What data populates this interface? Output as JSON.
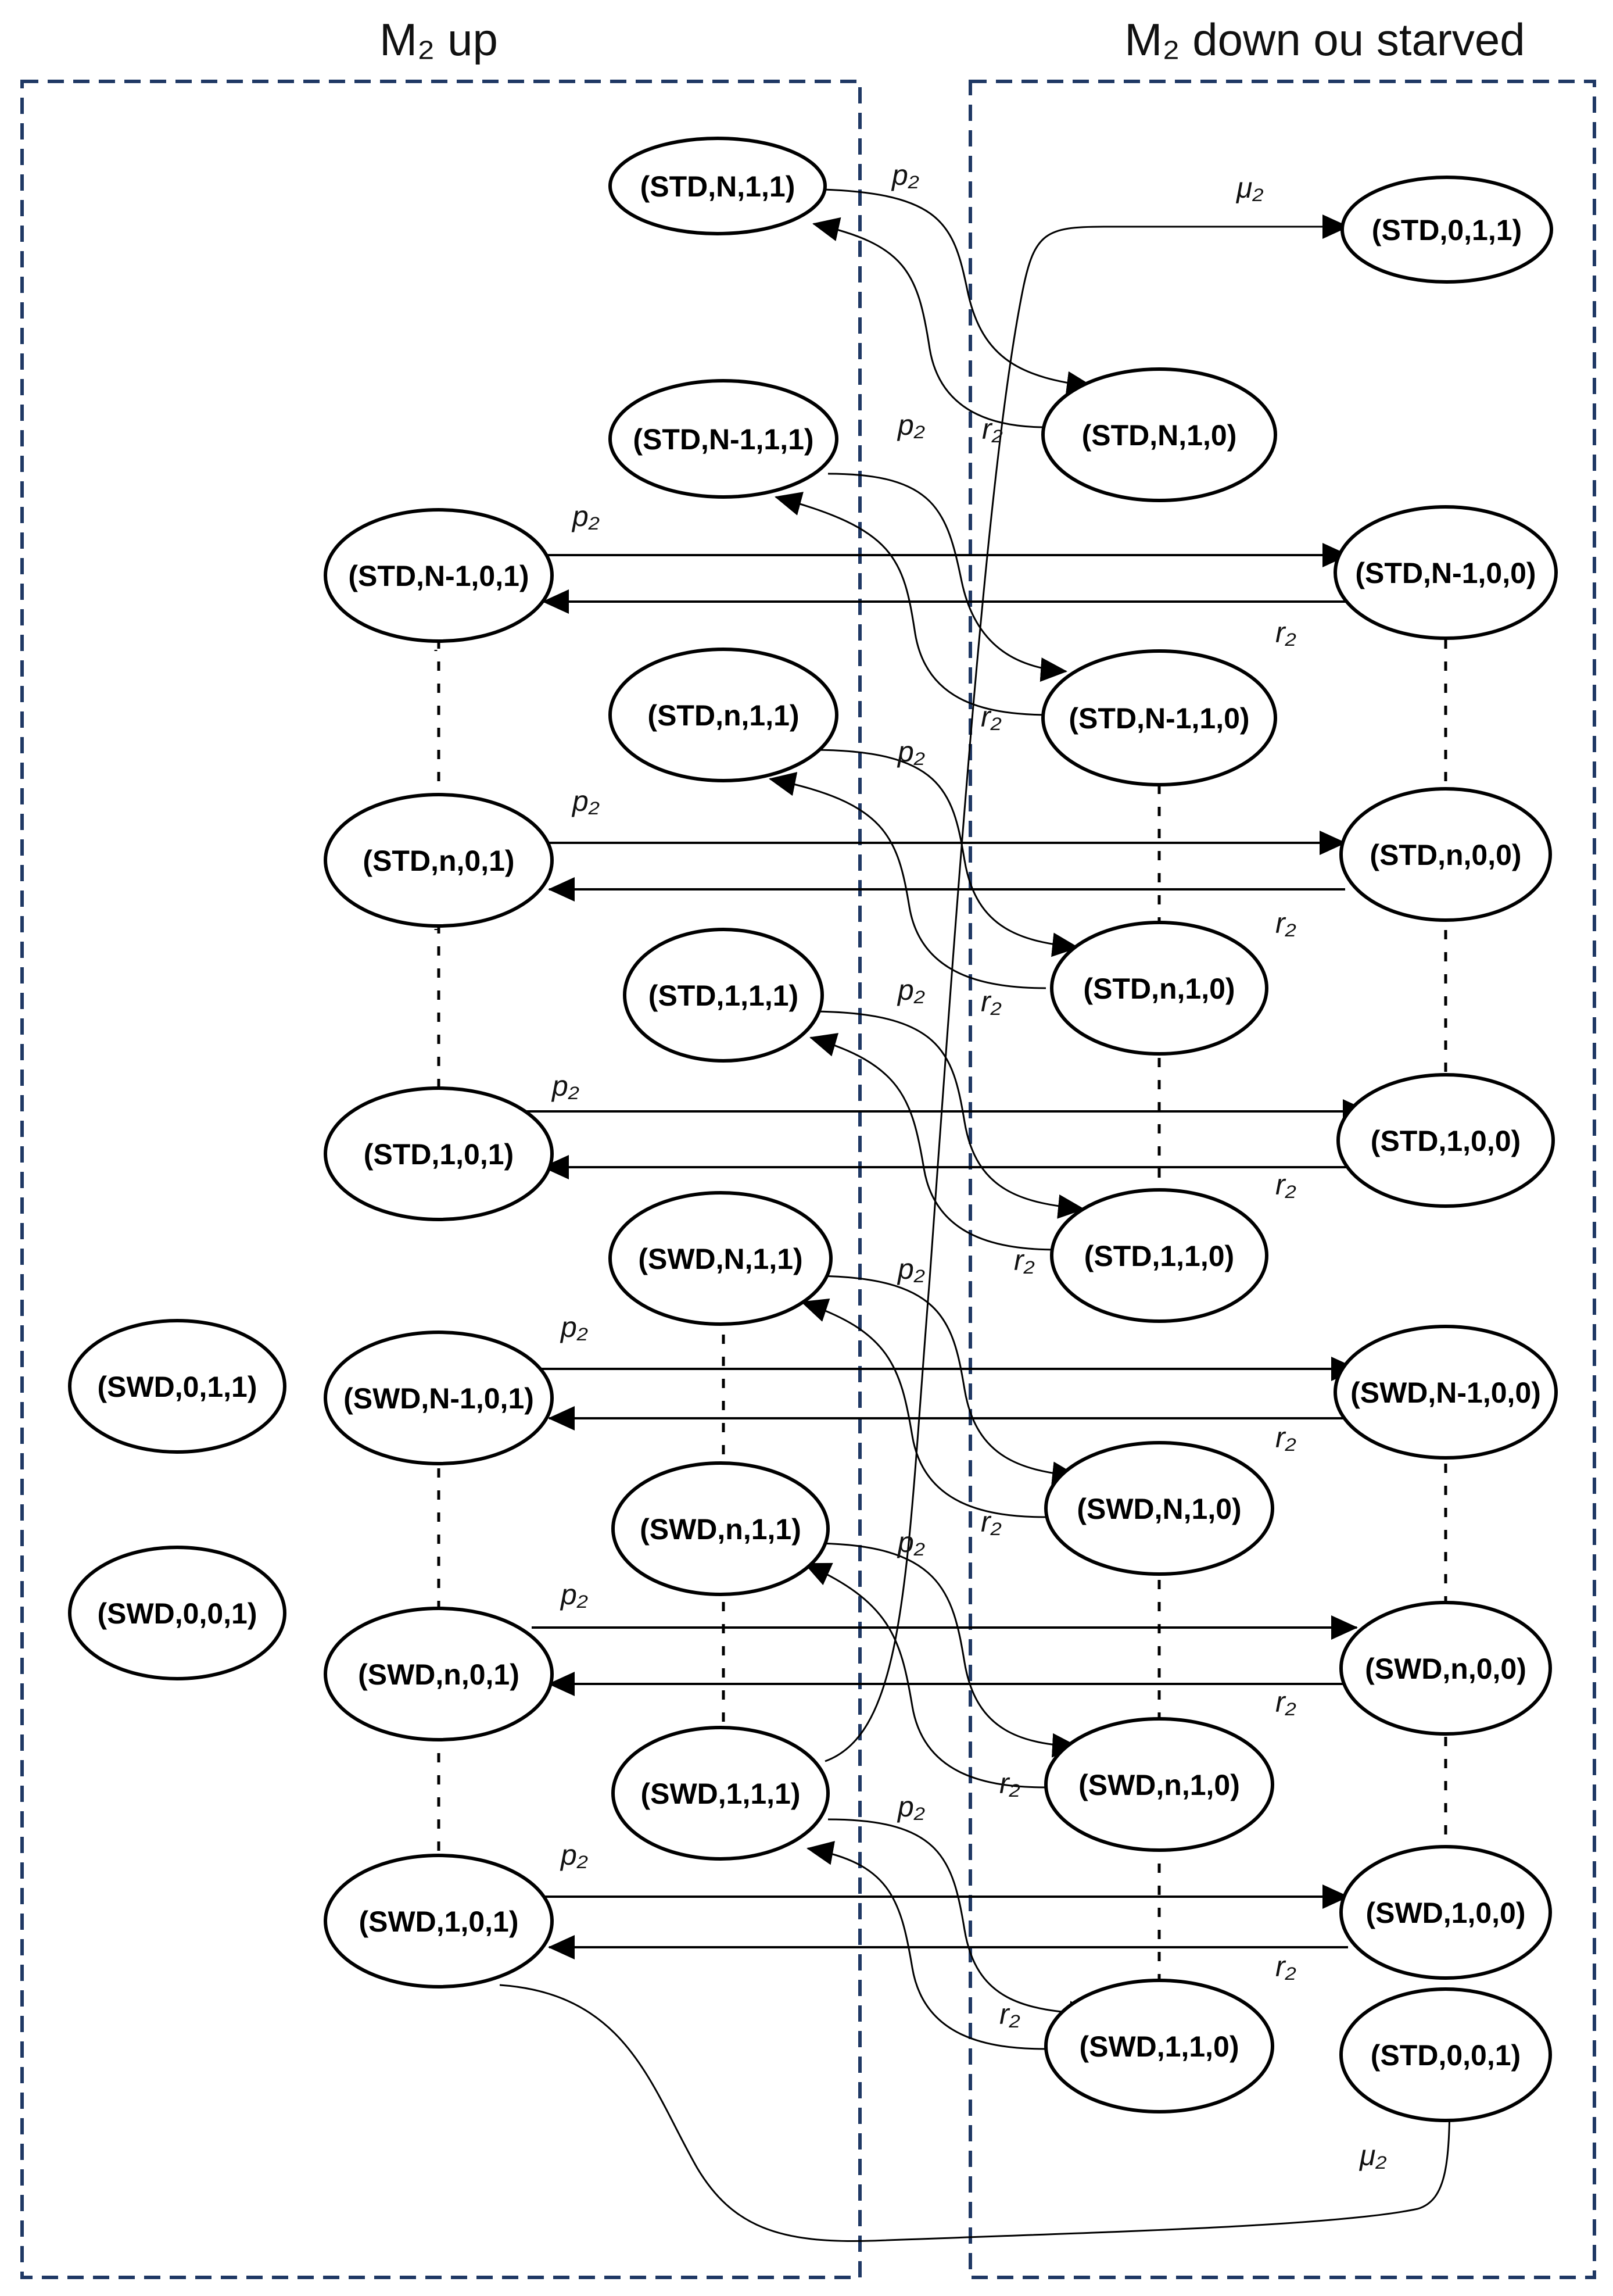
{
  "panels": {
    "left_title": "M₂ up",
    "right_title": "M₂ down ou starved"
  },
  "rate_symbols": {
    "p": "p₂",
    "r": "r₂",
    "mu": "μ₂"
  },
  "states": {
    "std_N_1_1": "(STD,N,1,1)",
    "std_0_1_1": "(STD,0,1,1)",
    "std_N_1_0": "(STD,N,1,0)",
    "std_Nm1_1_1": "(STD,N-1,1,1)",
    "std_Nm1_0_1": "(STD,N-1,0,1)",
    "std_Nm1_0_0": "(STD,N-1,0,0)",
    "std_n_1_1": "(STD,n,1,1)",
    "std_Nm1_1_0": "(STD,N-1,1,0)",
    "std_n_0_1": "(STD,n,0,1)",
    "std_n_0_0": "(STD,n,0,0)",
    "std_1_1_1": "(STD,1,1,1)",
    "std_n_1_0": "(STD,n,1,0)",
    "std_1_0_1": "(STD,1,0,1)",
    "std_1_0_0": "(STD,1,0,0)",
    "swd_N_1_1": "(SWD,N,1,1)",
    "std_1_1_0": "(STD,1,1,0)",
    "swd_0_1_1": "(SWD,0,1,1)",
    "swd_Nm1_0_1": "(SWD,N-1,0,1)",
    "swd_Nm1_0_0": "(SWD,N-1,0,0)",
    "swd_n_1_1": "(SWD,n,1,1)",
    "swd_N_1_0": "(SWD,N,1,0)",
    "swd_0_0_1": "(SWD,0,0,1)",
    "swd_n_0_1": "(SWD,n,0,1)",
    "swd_n_0_0": "(SWD,n,0,0)",
    "swd_1_1_1": "(SWD,1,1,1)",
    "swd_n_1_0": "(SWD,n,1,0)",
    "swd_1_0_1": "(SWD,1,0,1)",
    "swd_1_0_0": "(SWD,1,0,0)",
    "swd_1_1_0": "(SWD,1,1,0)",
    "std_0_0_1": "(STD,0,0,1)"
  }
}
